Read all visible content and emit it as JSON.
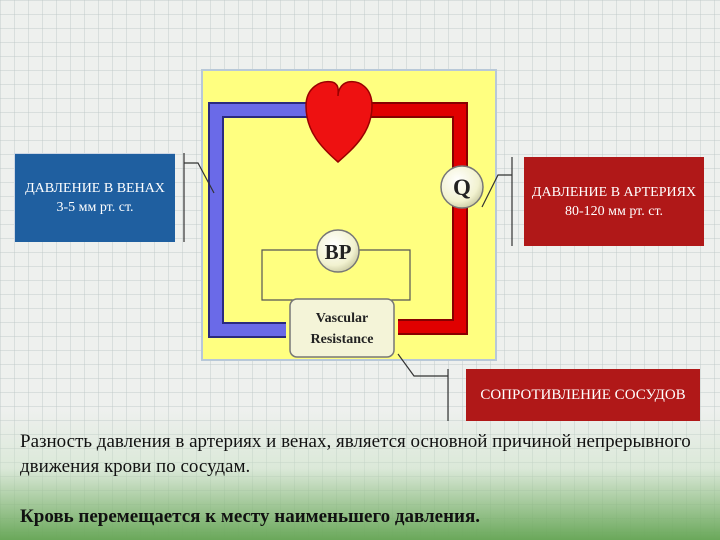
{
  "labels": {
    "veins_title": "ДАВЛЕНИЕ В ВЕНАХ",
    "veins_value": "3-5 мм рт. ст.",
    "arteries_title": "ДАВЛЕНИЕ В АРТЕРИЯХ",
    "arteries_value": "80-120 мм рт. ст.",
    "resistance": "СОПРОТИВЛЕНИЕ СОСУДОВ"
  },
  "diagram": {
    "q": "Q",
    "bp": "BP",
    "vascular_line1": "Vascular",
    "vascular_line2": "Resistance"
  },
  "text": {
    "main": "Разность давления в артериях и венах, является основной причиной непрерывного движения крови по сосудам.",
    "conclusion": "Кровь перемещается к месту наименьшего давления."
  },
  "colors": {
    "panel": "#ffff80",
    "vein": "#6060e8",
    "artery": "#e00000",
    "heart": "#ee1111",
    "veins_box": "#1f5fa0",
    "red_box": "#b01818"
  }
}
